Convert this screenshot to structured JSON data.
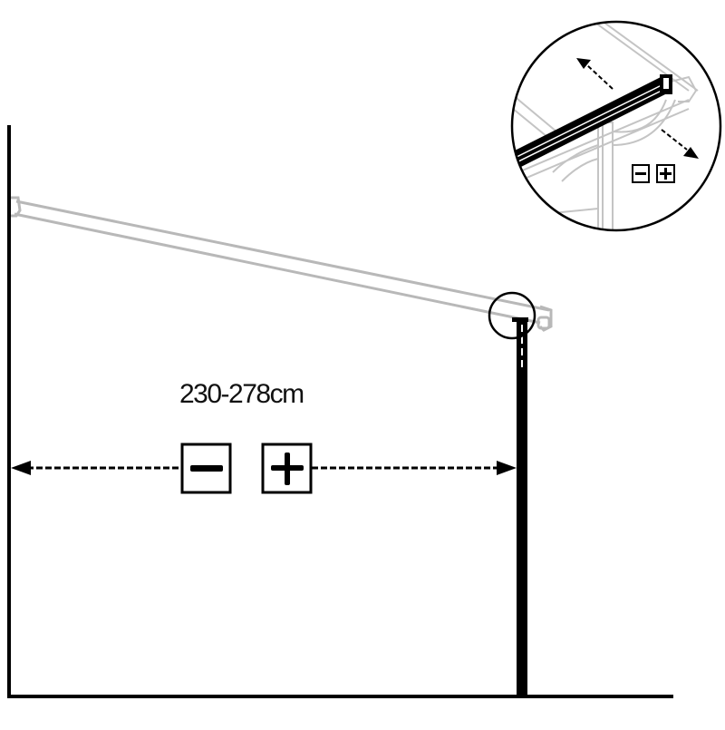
{
  "diagram": {
    "type": "assembly-instruction",
    "dimension": {
      "label": "230-278cm",
      "min_cm": 230,
      "max_cm": 278
    },
    "adjust_controls": {
      "decrease_symbol": "minus-icon",
      "increase_symbol": "plus-icon"
    },
    "detail_inset": {
      "description": "magnified view of beam-to-post joint",
      "adjust_symbols": [
        "minus-icon",
        "plus-icon"
      ],
      "arrows": [
        "extend-arrow-up-left",
        "extend-arrow-down-right"
      ]
    },
    "colors": {
      "line": "#000000",
      "ghost_line": "#b8b8b8",
      "background": "#ffffff"
    }
  }
}
